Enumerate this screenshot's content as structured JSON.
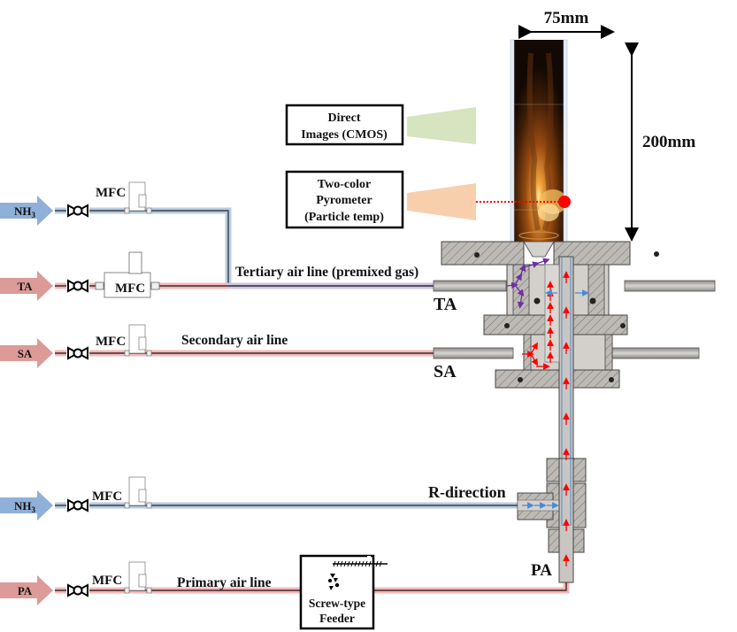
{
  "figure": {
    "type": "experimental setup schematic",
    "dimensions": {
      "width_label": "75mm",
      "height_label": "200mm"
    },
    "diagnostics": [
      {
        "label_lines": [
          "Direct",
          "Images (CMOS)"
        ],
        "color": "#d6e4bf"
      },
      {
        "label_lines": [
          "Two-color",
          "Pyrometer",
          "(Particle temp)"
        ],
        "color": "#f8cfad"
      }
    ],
    "lines": [
      {
        "inlet": "NH3",
        "inlet_main": "NH",
        "inlet_sub": "3",
        "inlet_color": "#8fb0d8",
        "device": "MFC",
        "pipe_color": "#b8cbe0",
        "line_label": ""
      },
      {
        "inlet": "TA",
        "inlet_main": "TA",
        "inlet_sub": "",
        "inlet_color": "#dc9b98",
        "device": "MFC",
        "pipe_color": "#f4b8b8",
        "line_label": "Tertiary air line (premixed gas)"
      },
      {
        "inlet": "SA",
        "inlet_main": "SA",
        "inlet_sub": "",
        "inlet_color": "#dc9b98",
        "device": "MFC",
        "pipe_color": "#f4b8b8",
        "line_label": "Secondary air line"
      },
      {
        "inlet": "NH3",
        "inlet_main": "NH",
        "inlet_sub": "3",
        "inlet_color": "#8fb0d8",
        "device": "MFC",
        "pipe_color": "#b8cbe0",
        "line_label": ""
      },
      {
        "inlet": "PA",
        "inlet_main": "PA",
        "inlet_sub": "",
        "inlet_color": "#dc9b98",
        "device": "MFC",
        "pipe_color": "#f4b8b8",
        "line_label": "Primary air line"
      }
    ],
    "port_labels": {
      "ta": "TA",
      "sa": "SA",
      "r_direction": "R-direction",
      "pa": "PA"
    },
    "feeder": {
      "label_lines": [
        "Screw-type",
        "Feeder"
      ]
    },
    "colors": {
      "flow_red": "#ff0000",
      "flow_purple": "#7030a0",
      "flow_blue": "#4a8ad4",
      "metal": "#bdbab6",
      "metal_hatch": "#a8a5a1",
      "flame_dark": "#120804",
      "flame_core": "#f0a040"
    }
  }
}
